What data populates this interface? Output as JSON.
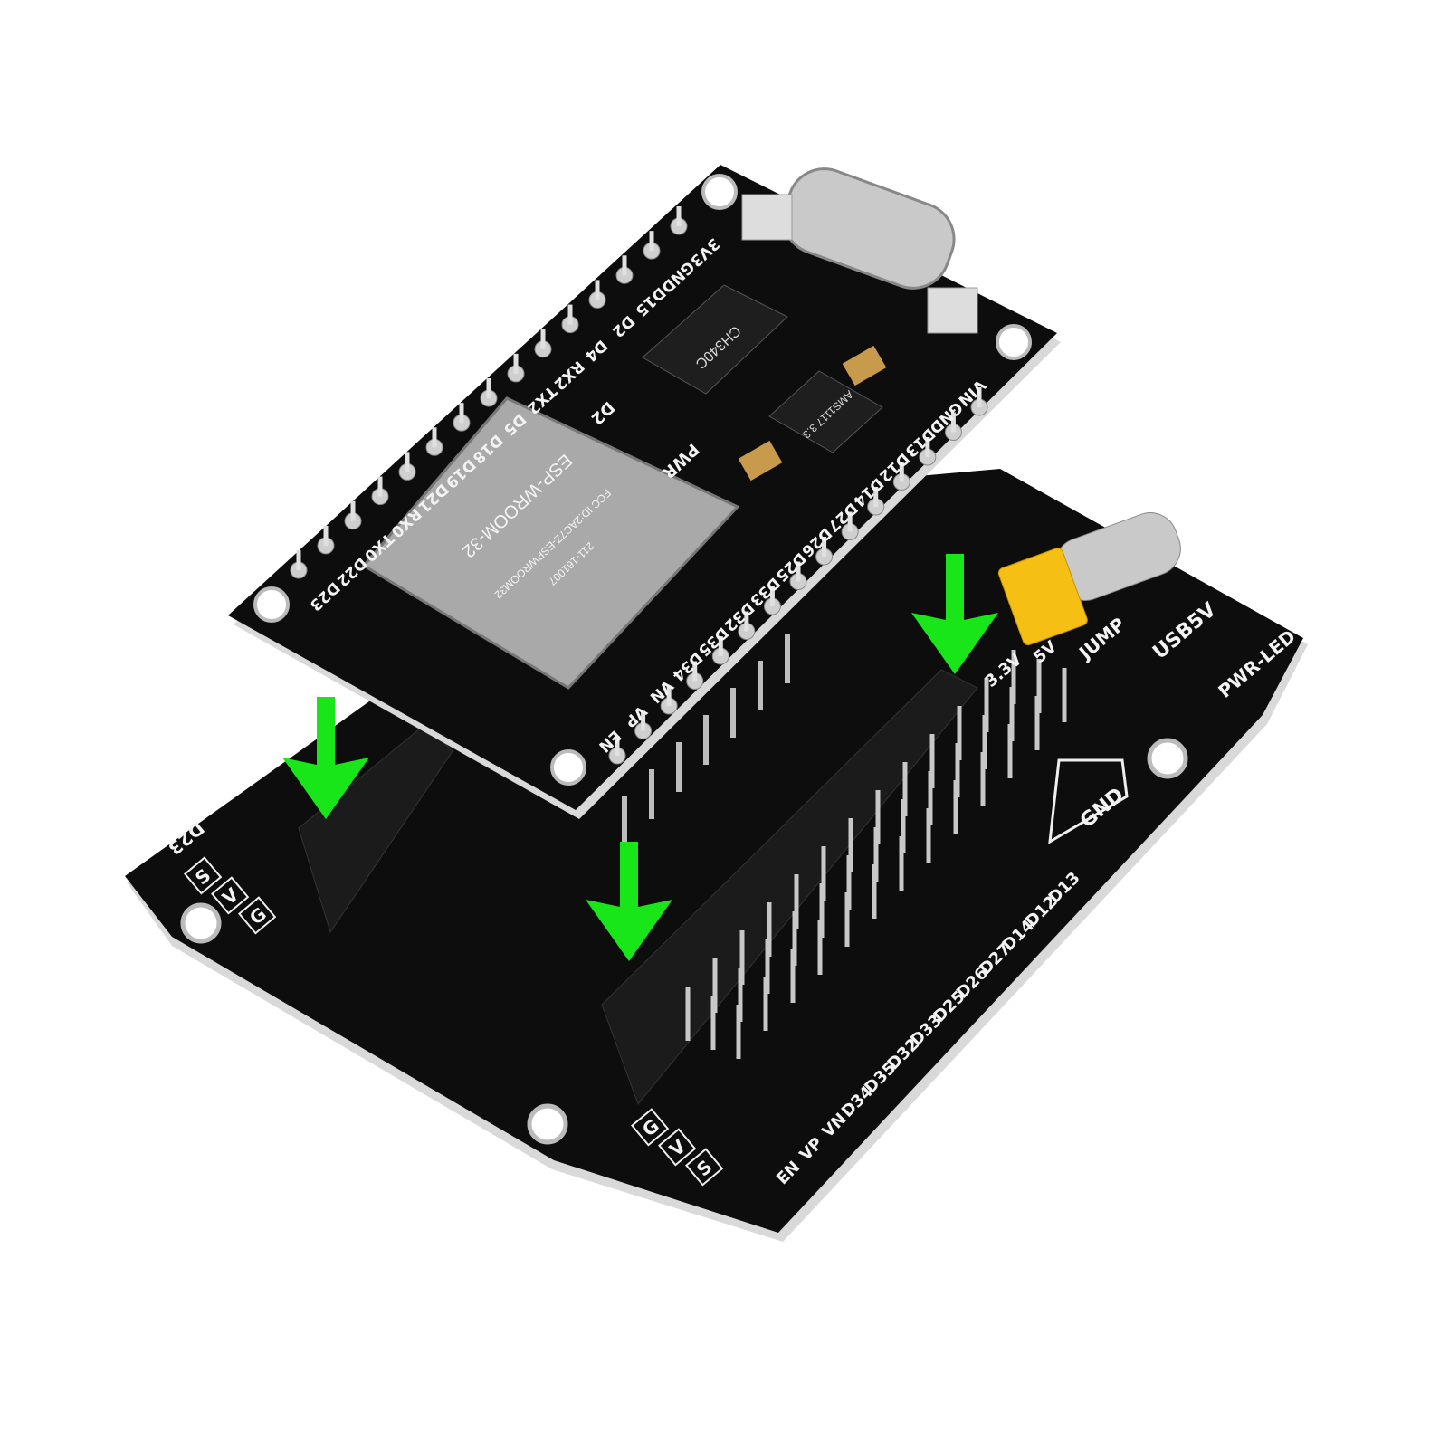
{
  "colors": {
    "pcb": "#0d0d0d",
    "pcb_edge": "#d9d9d9",
    "module": "#a9a9a9",
    "arrow": "#19e619",
    "jumper": "#f5c013",
    "connector": "#c9c9c9"
  },
  "top_board": {
    "left_pins": [
      "3V3",
      "GND",
      "D15",
      "D2",
      "D4",
      "RX2",
      "TX2",
      "D5",
      "D18",
      "D19",
      "D21",
      "RX0",
      "TX0",
      "D22",
      "D23"
    ],
    "right_pins": [
      "VIN",
      "GND",
      "D13",
      "D12",
      "D14",
      "D27",
      "D26",
      "D25",
      "D33",
      "D32",
      "D35",
      "D34",
      "VN",
      "VP",
      "EN"
    ],
    "module": {
      "name": "ESP-WROOM-32",
      "fcc": "FCC ID:2AC7Z-ESPWROOM32",
      "code": "211-161007"
    },
    "usb_chip": "CH340C",
    "regulator": "AMS1117 3.3",
    "led_labels": [
      "D2",
      "PWR"
    ]
  },
  "base_board": {
    "right_labels": [
      "D13",
      "D12",
      "D14",
      "D27",
      "D26",
      "D25",
      "D33",
      "D32",
      "D35",
      "D34",
      "VN",
      "VP",
      "EN"
    ],
    "left_label": "D23",
    "gvs_right": [
      "G",
      "V",
      "S"
    ],
    "gvs_left": [
      "S",
      "V",
      "G"
    ],
    "gnd": "GND",
    "usb": "USB5V",
    "pwr_led": "PWR-LED",
    "jump": "JUMP",
    "v33": "3.3V",
    "v5": "5V"
  },
  "arrows": [
    "arrow-left-header",
    "arrow-center",
    "arrow-right-header"
  ]
}
